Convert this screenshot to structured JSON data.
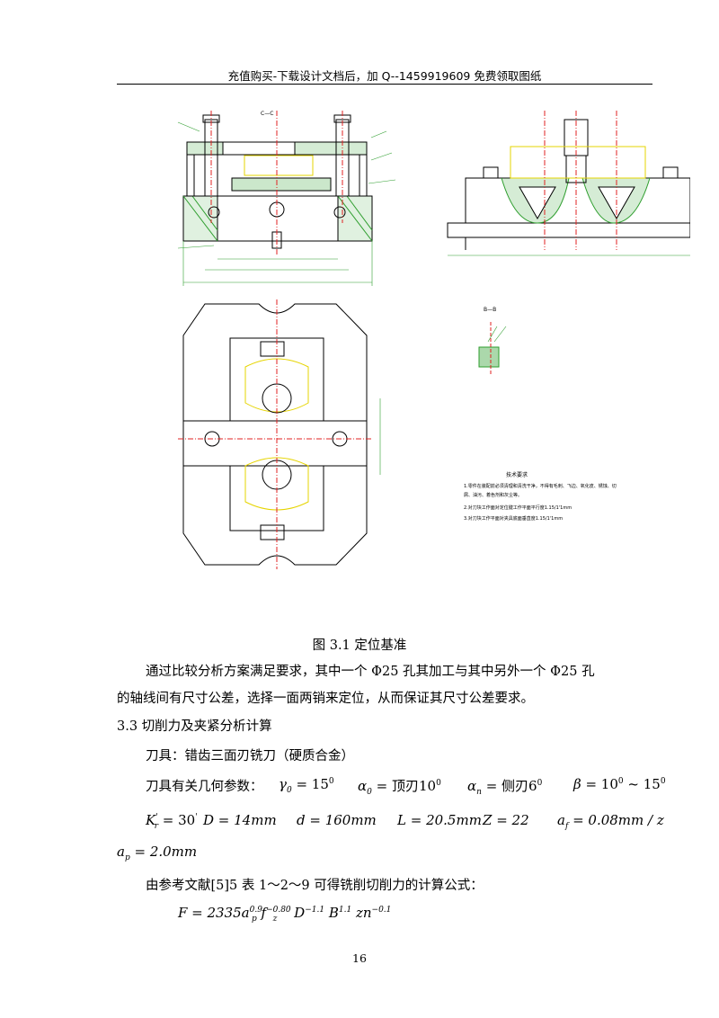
{
  "header": {
    "text": "充值购买-下载设计文档后，加 Q--1459919609 免费领取图纸"
  },
  "drawing": {
    "section_label": "C—C",
    "section_label2": "B—B",
    "tech_title": "技术要求",
    "tech_lines": [
      "1.零件在装配前必须清理和清洗干净，不得有毛刺、飞边、氧化皮、锈蚀、切",
      "  屑、油污、着色剂和灰尘等。",
      "2.对刀块工作面对定位键工作平面平行度1.15/1'1mm",
      "3.对刀块工作平面对夹具底面垂直度1.15/1'1mm"
    ]
  },
  "caption": "图 3.1  定位基准",
  "paragraphs": {
    "p1_line1": "通过比较分析方案满足要求，其中一个 Φ25 孔其加工与其中另外一个 Φ25 孔",
    "p1_line2": "的轴线间有尺寸公差，选择一面两销来定位，从而保证其尺寸公差要求。",
    "section_heading": "3.3  切削力及夹紧分析计算",
    "tool_line": "刀具：错齿三面刃铣刀（硬质合金）",
    "params_intro": "刀具有关几何参数：",
    "reference_line": "由参考文献[5]5 表 1～2～9  可得铣削切削力的计算公式："
  },
  "params": {
    "gamma": "γ",
    "gamma_sub": "0",
    "gamma_val": " = 15",
    "gamma_sup": "0",
    "alpha": "α",
    "alpha_sub": "0",
    "alpha_val": " = 顶刃10",
    "alpha_sup": "0",
    "alphan": "α",
    "alphan_sub": "n",
    "alphan_val": " = 侧刃6",
    "alphan_sup": "0",
    "beta": "β",
    "beta_val": " = 10",
    "beta_sup1": "0",
    "beta_tilde": " ~ 15",
    "beta_sup2": "0",
    "kr": "K",
    "kr_sup": "'",
    "kr_sub": "r",
    "kr_val": " = 30",
    "kr_sup2": "'",
    "D": "D = 14mm",
    "d": "d = 160mm",
    "L": "L = 20.5mm",
    "Z": "Z = 22",
    "af": "a",
    "af_sub": "f",
    "af_val": " = 0.08mm / z",
    "ap": "a",
    "ap_sub": "p",
    "ap_val": " = 2.0mm"
  },
  "formula": {
    "lhs": "F = 2335a",
    "ap_sup": "0.9",
    "ap_sub": "p",
    "fz": " f",
    "fz_sup": "−0.80",
    "fz_sub": "z",
    "D": " D",
    "D_sup": "−1.1",
    "B": " B",
    "B_sup": "1.1",
    "zn": " zn",
    "zn_sup": "−0.1"
  },
  "page_number": "16",
  "colors": {
    "green": "#2e9e2e",
    "red": "#e02020",
    "yellow": "#e6d400",
    "ink": "#000000"
  }
}
